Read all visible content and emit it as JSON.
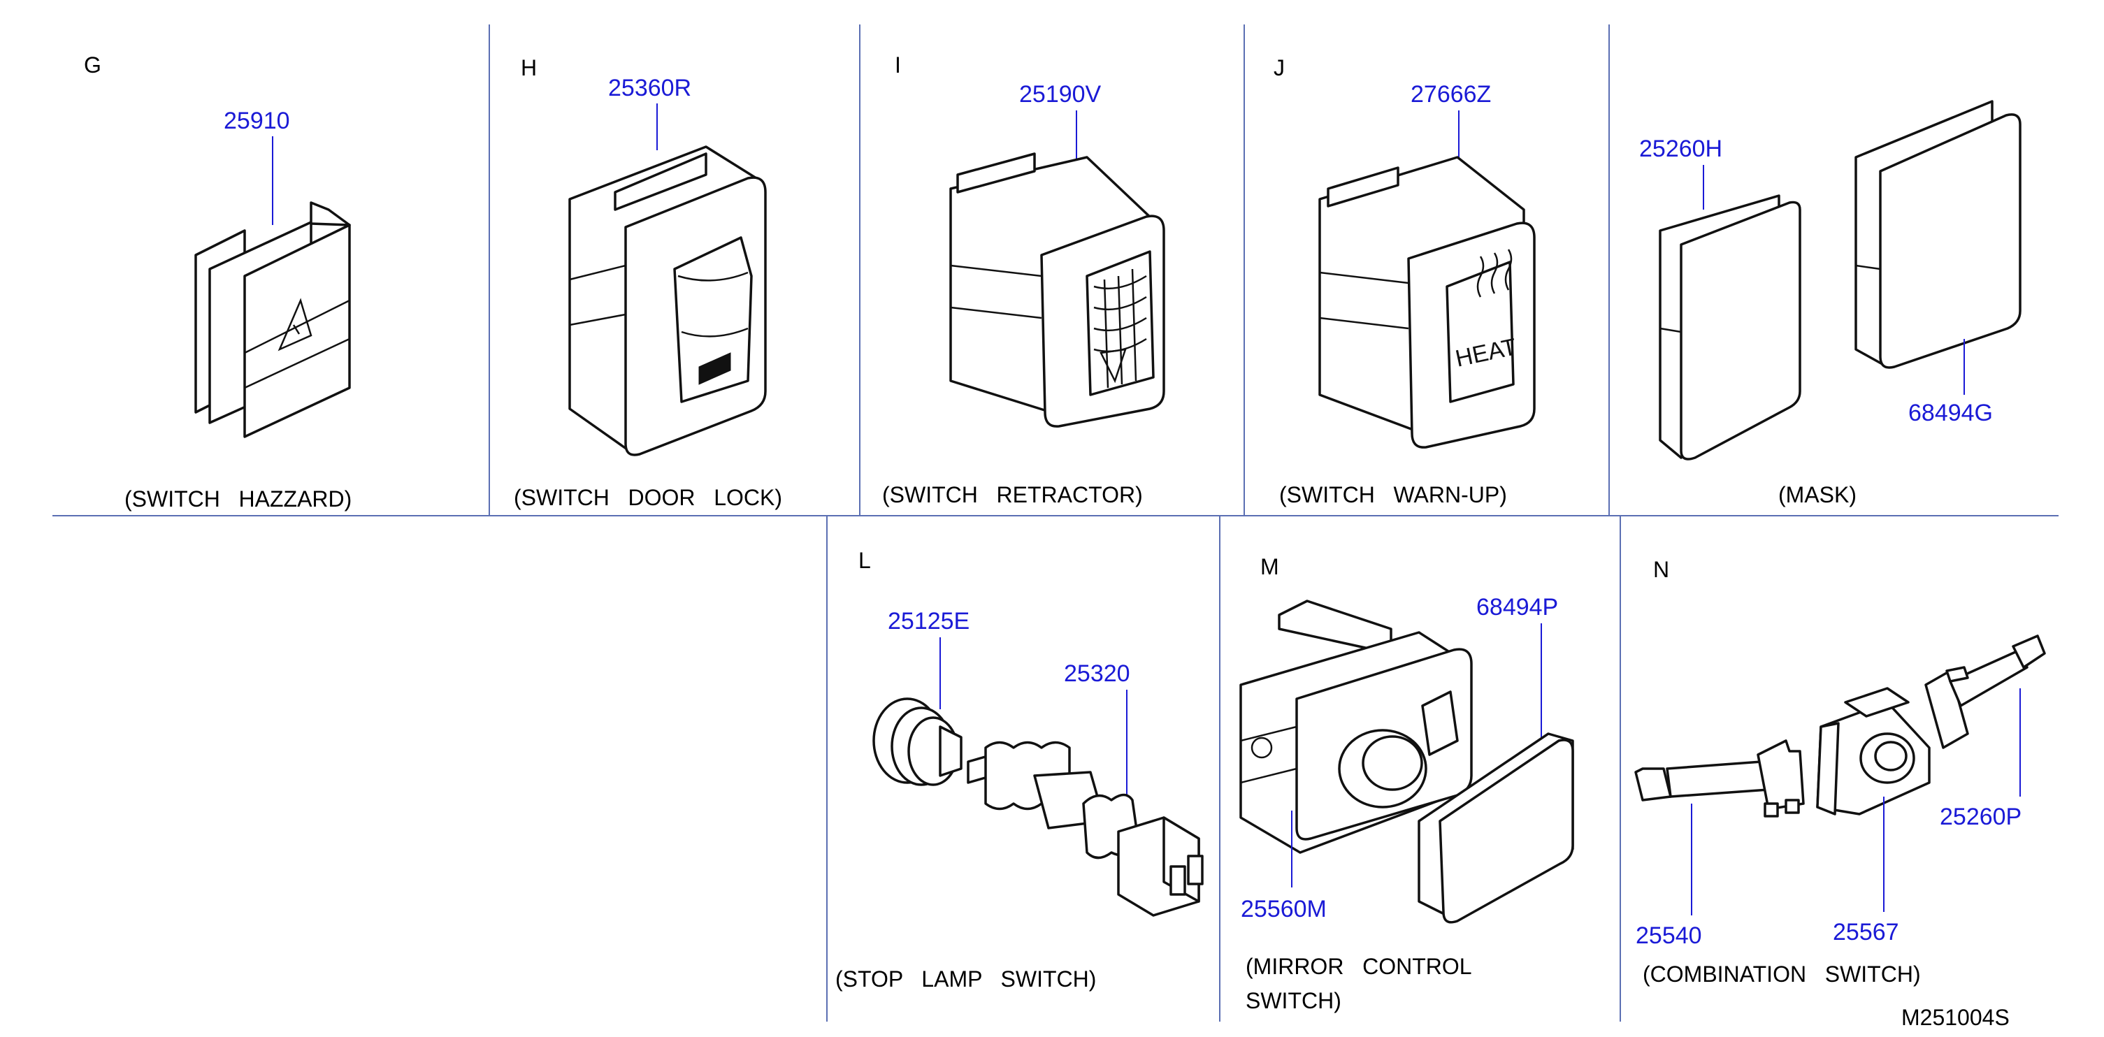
{
  "sections": {
    "G": {
      "letter": "G",
      "parts": [
        "25910"
      ],
      "caption": "(SWITCH   HAZZARD)"
    },
    "H": {
      "letter": "H",
      "parts": [
        "25360R"
      ],
      "caption": "(SWITCH   DOOR   LOCK)"
    },
    "I": {
      "letter": "I",
      "parts": [
        "25190V"
      ],
      "caption": "(SWITCH   RETRACTOR)"
    },
    "J": {
      "letter": "J",
      "parts": [
        "27666Z"
      ],
      "caption": "(SWITCH   WARN-UP)"
    },
    "K": {
      "parts": [
        "25260H",
        "68494G"
      ],
      "caption": "(MASK)"
    },
    "L": {
      "letter": "L",
      "parts": [
        "25125E",
        "25320"
      ],
      "caption": "(STOP   LAMP   SWITCH)"
    },
    "M": {
      "letter": "M",
      "parts": [
        "68494P",
        "25560M"
      ],
      "caption_line1": "(MIRROR   CONTROL",
      "caption_line2": "SWITCH)"
    },
    "N": {
      "letter": "N",
      "parts": [
        "25540",
        "25567",
        "25260P"
      ],
      "caption": "(COMBINATION   SWITCH)"
    }
  },
  "switch_labels": {
    "heat": "HEAT"
  },
  "diagram_code": "M251004S",
  "colors": {
    "part_number": "#1a1ad6",
    "divider": "#5b6fb3",
    "drawing": "#111111"
  }
}
